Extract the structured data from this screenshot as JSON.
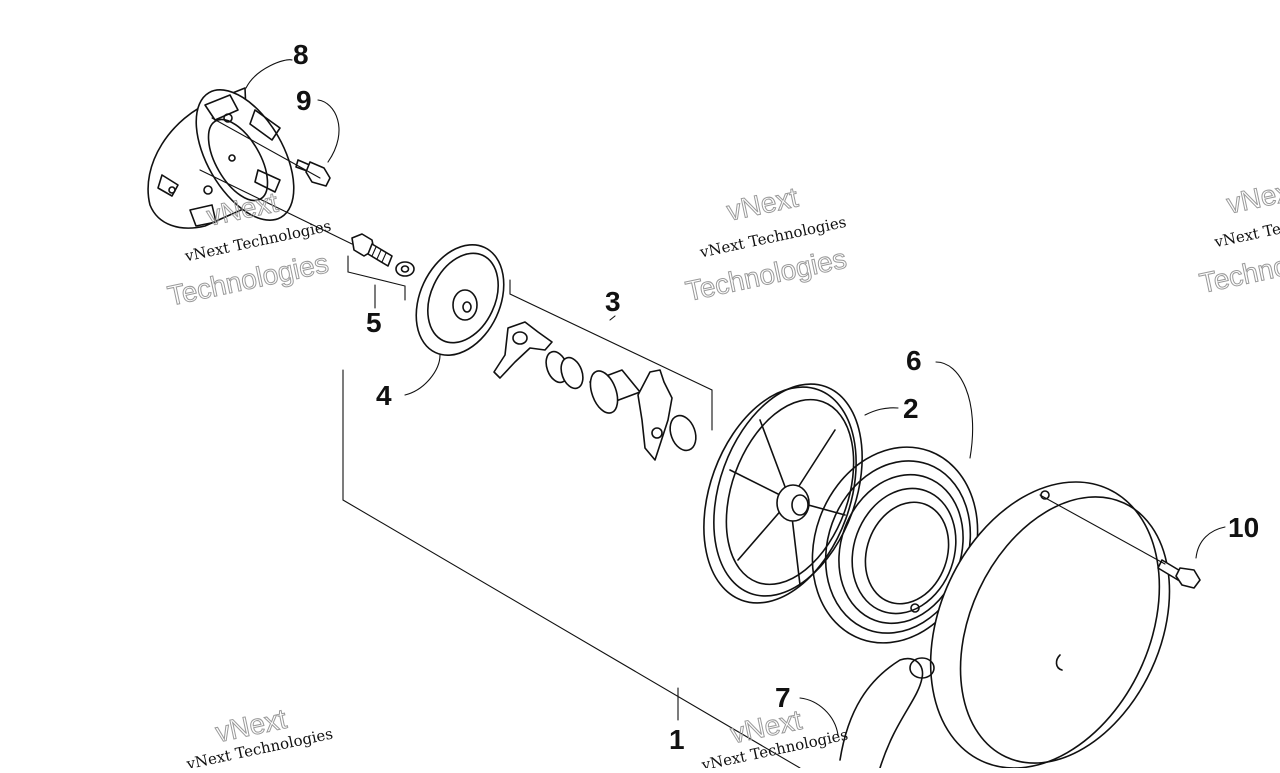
{
  "callouts": {
    "c1": "1",
    "c2": "2",
    "c3": "3",
    "c4": "4",
    "c5": "5",
    "c6": "6",
    "c7": "7",
    "c8": "8",
    "c9": "9",
    "c10": "10"
  },
  "watermark": {
    "line1": "vNext",
    "line2": "vNext Technologies",
    "line3": "Technologies"
  },
  "colors": {
    "ink": "#111111",
    "watermark_outline": "#9a9a9a",
    "background": "#ffffff"
  }
}
